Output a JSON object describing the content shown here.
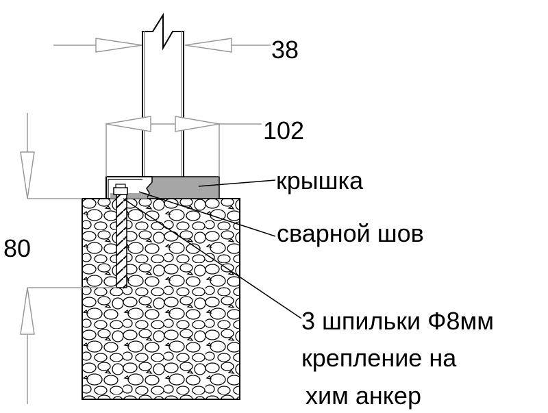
{
  "dimensions": {
    "post_width": "38",
    "cap_width": "102",
    "embed_depth": "80"
  },
  "labels": {
    "cap": "крышка",
    "weld": "сварной шов",
    "anchor_line1": "3 шпильки Ф8мм",
    "anchor_line2": "крепление на",
    "anchor_line3": "хим анкер"
  },
  "colors": {
    "cap_fill": "#a6a6a6",
    "dimension_line": "#999999"
  }
}
